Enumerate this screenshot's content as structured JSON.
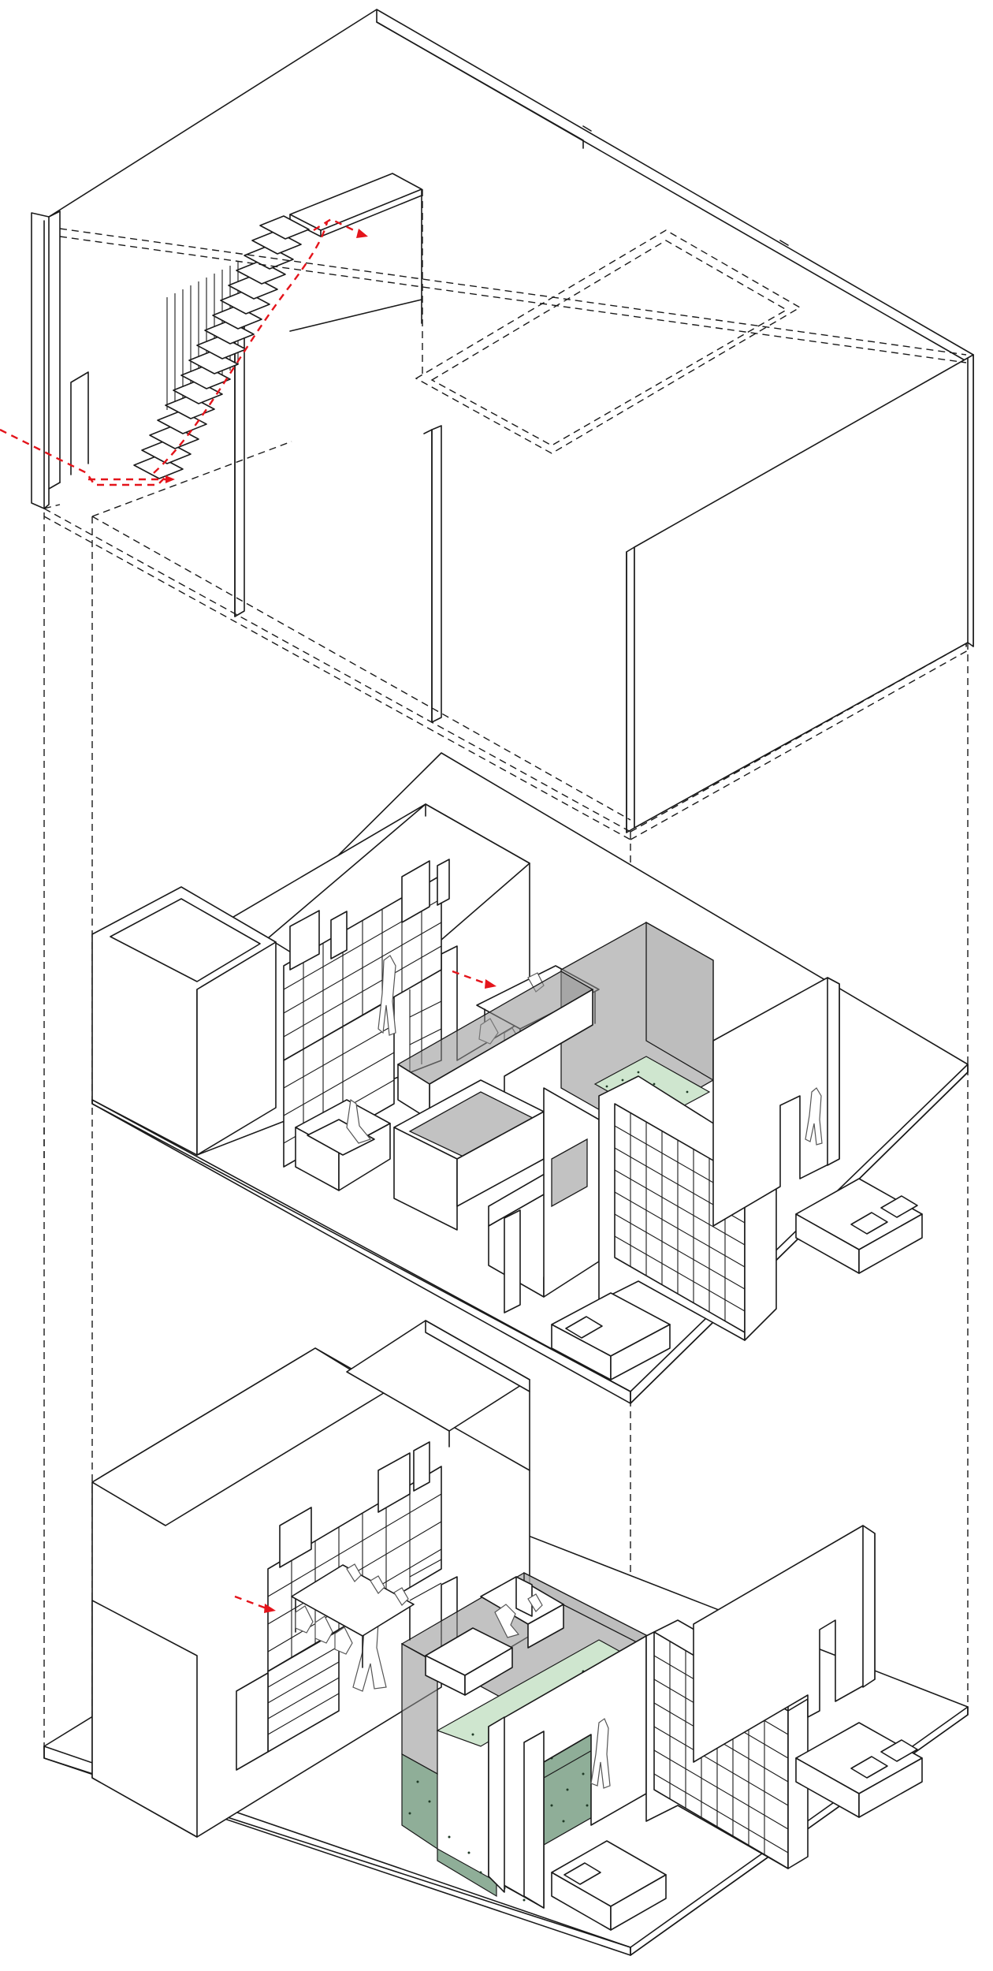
{
  "diagram": {
    "type": "exploded-axonometric",
    "levels": [
      {
        "id": "upper-level"
      },
      {
        "id": "middle-level"
      },
      {
        "id": "ground-level"
      }
    ],
    "colors": {
      "line": "#1a1a1a",
      "circulation_arrow": "#e4141b",
      "glass_tint": "#8f8f8f",
      "planted_floor_light": "#cfe6cf",
      "planted_floor_dark": "#8fae98"
    }
  }
}
